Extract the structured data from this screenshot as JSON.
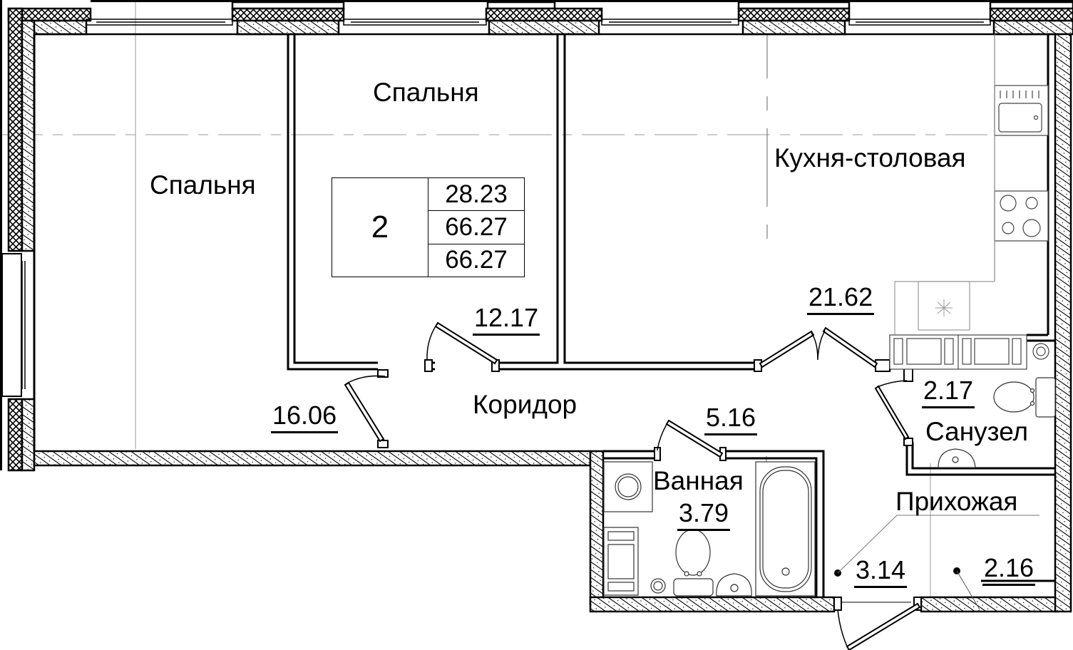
{
  "plan": {
    "title": "2-room apartment floor plan",
    "colors": {
      "wall": "#000000",
      "grid": "#999999",
      "background": "#ffffff",
      "fixture": "#333333"
    }
  },
  "summary_table": {
    "rooms_count": "2",
    "living_area": "28.23",
    "total_area": "66.27",
    "total_area_with_balcony": "66.27"
  },
  "rooms": [
    {
      "id": "bedroom-1",
      "name": "Спальня",
      "area": "16.06"
    },
    {
      "id": "bedroom-2",
      "name": "Спальня",
      "area": "12.17"
    },
    {
      "id": "kitchen-dining",
      "name": "Кухня-столовая",
      "area": "21.62"
    },
    {
      "id": "corridor",
      "name": "Коридор",
      "area": "5.16"
    },
    {
      "id": "bathroom",
      "name": "Ванная",
      "area": "3.79"
    },
    {
      "id": "wc",
      "name": "Санузел",
      "area": "2.17"
    },
    {
      "id": "hallway",
      "name": "Прихожая",
      "area": "3.14"
    },
    {
      "id": "hallway-closet",
      "name": "",
      "area": "2.16"
    }
  ]
}
